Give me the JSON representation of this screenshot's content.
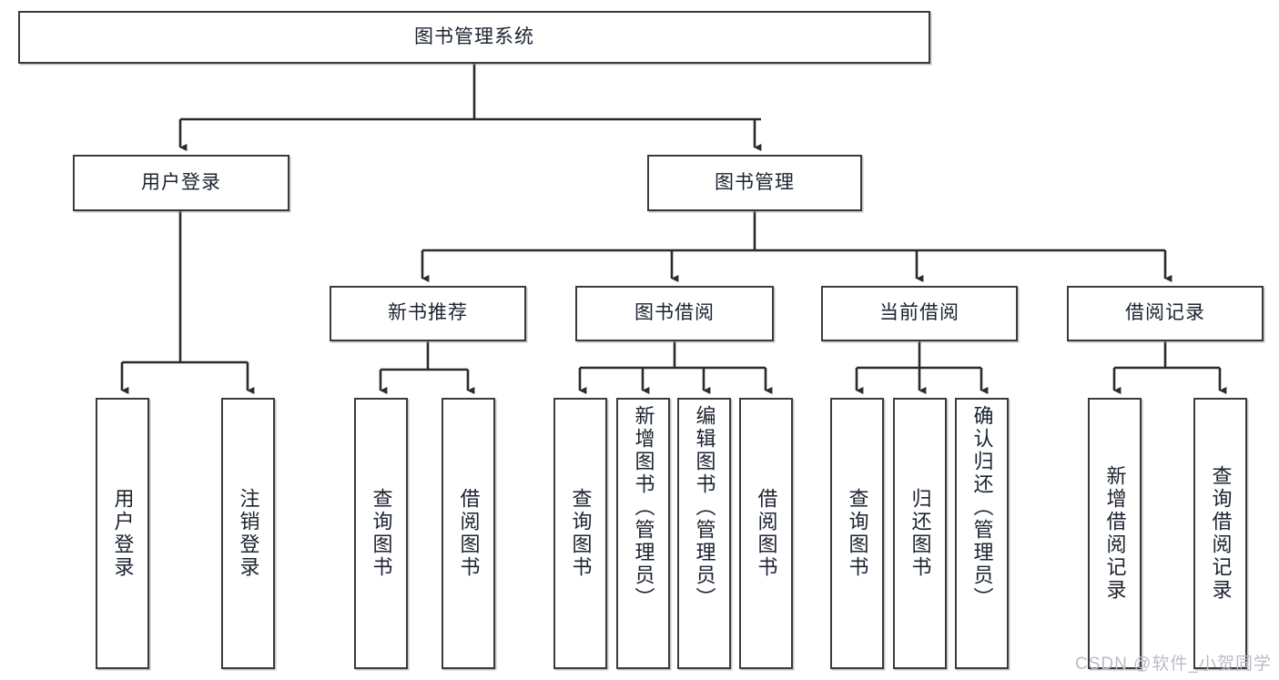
{
  "diagram": {
    "type": "tree-hierarchy",
    "title": "图书管理系统",
    "watermark": "CSDN @软件_小贺同学",
    "colors": {
      "box_border": "#3b3b3b",
      "box_fill": "#ffffff",
      "connector": "#2b2b2b",
      "text": "#1b2330",
      "watermark": "#b9bdc4"
    },
    "root": {
      "label": "图书管理系统"
    },
    "level1": [
      {
        "label": "用户登录"
      },
      {
        "label": "图书管理"
      }
    ],
    "level2": [
      {
        "label": "新书推荐"
      },
      {
        "label": "图书借阅"
      },
      {
        "label": "当前借阅"
      },
      {
        "label": "借阅记录"
      }
    ],
    "leaves": {
      "user_login": [
        {
          "label": "用户登录"
        },
        {
          "label": "注销登录"
        }
      ],
      "new_book": [
        {
          "label": "查询图书"
        },
        {
          "label": "借阅图书"
        }
      ],
      "book_borrow": [
        {
          "label": "查询图书"
        },
        {
          "label": "新增图书（管理员）"
        },
        {
          "label": "编辑图书（管理员）"
        },
        {
          "label": "借阅图书"
        }
      ],
      "current_borrow": [
        {
          "label": "查询图书"
        },
        {
          "label": "归还图书"
        },
        {
          "label": "确认归还（管理员）"
        }
      ],
      "borrow_record": [
        {
          "label": "新增借阅记录"
        },
        {
          "label": "查询借阅记录"
        }
      ]
    }
  }
}
